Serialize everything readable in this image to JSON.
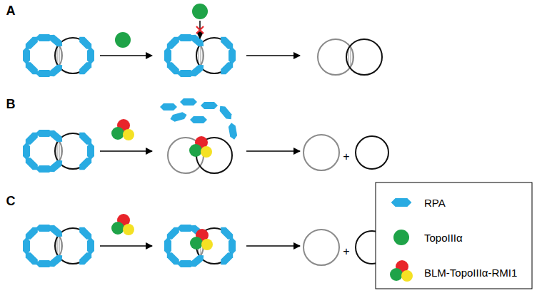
{
  "diagram": {
    "labels": [
      "A",
      "B",
      "C",
      "+",
      "+"
    ],
    "legend": [
      {
        "text": "RPA"
      },
      {
        "text": "TopoIIIα"
      },
      {
        "text": "BLM-TopoIIIα-RMI1"
      }
    ]
  }
}
